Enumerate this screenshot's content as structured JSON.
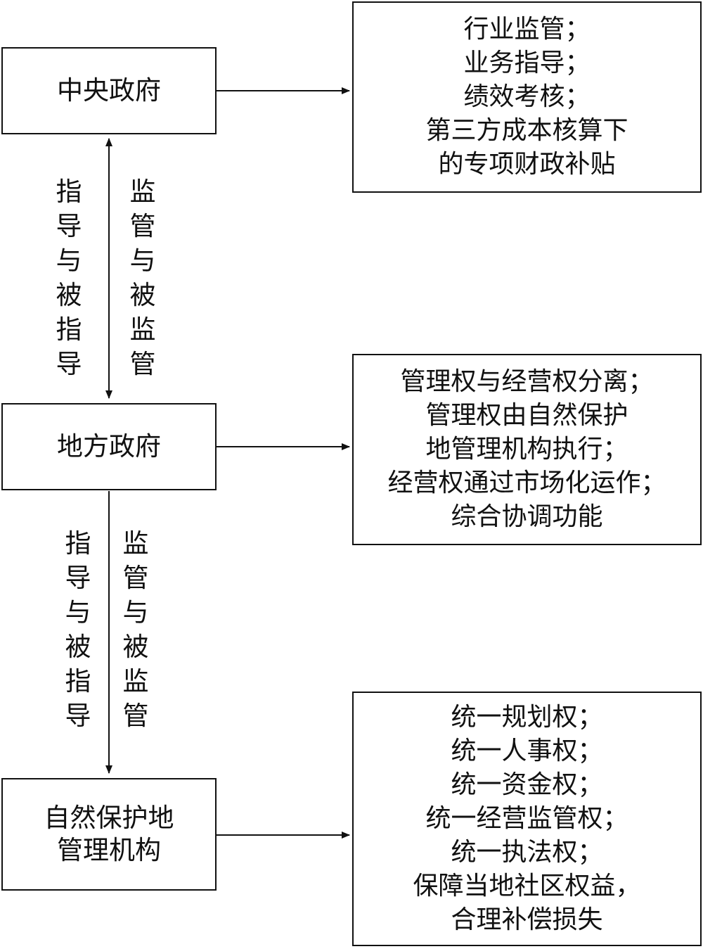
{
  "nodes": {
    "central": {
      "lines": [
        "中央政府"
      ]
    },
    "local": {
      "lines": [
        "地方政府"
      ]
    },
    "agency": {
      "lines": [
        "自然保护地",
        "管理机构"
      ]
    }
  },
  "descriptions": {
    "central": {
      "lines": [
        "行业监管；",
        "业务指导；",
        "绩效考核；",
        "第三方成本核算下",
        "的专项财政补贴"
      ]
    },
    "local": {
      "lines": [
        "管理权与经营权分离；",
        "管理权由自然保护",
        "地管理机构执行；",
        "经营权通过市场化运作；",
        "综合协调功能"
      ]
    },
    "agency": {
      "lines": [
        "统一规划权；",
        "统一人事权；",
        "统一资金权；",
        "统一经营监管权；",
        "统一执法权；",
        "保障当地社区权益，",
        "合理补偿损失"
      ]
    }
  },
  "edge_labels": {
    "upper_left": [
      "指",
      "导",
      "与",
      "被",
      "指",
      "导"
    ],
    "upper_right": [
      "监",
      "管",
      "与",
      "被",
      "监",
      "管"
    ],
    "lower_left": [
      "指",
      "导",
      "与",
      "被",
      "指",
      "导"
    ],
    "lower_right": [
      "监",
      "管",
      "与",
      "被",
      "监",
      "管"
    ]
  }
}
